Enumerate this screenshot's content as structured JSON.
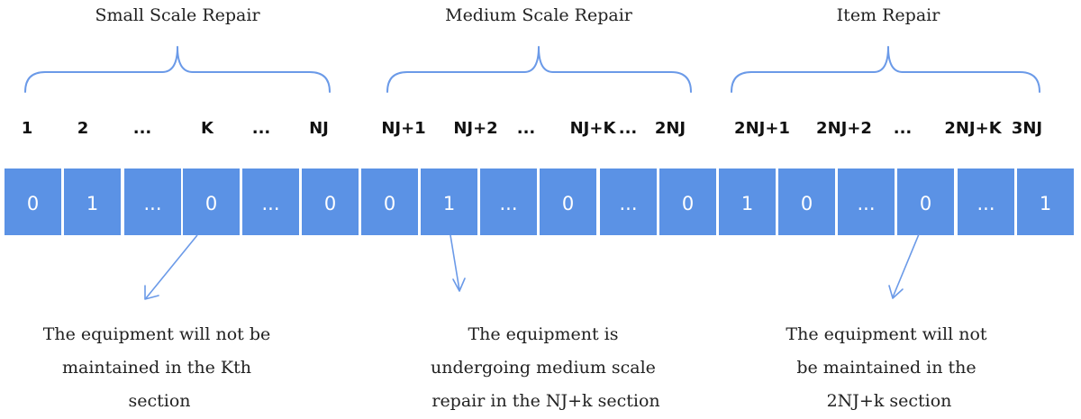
{
  "groups": [
    {
      "title": "Small Scale Repair",
      "indices": [
        "1",
        "2",
        "...",
        "K",
        "...",
        "NJ"
      ],
      "cells": [
        "0",
        "1",
        "...",
        "0",
        "...",
        "0"
      ],
      "annotation": [
        "The equipment will not be",
        "maintained in the Kth",
        "section"
      ]
    },
    {
      "title": "Medium Scale Repair",
      "indices": [
        "NJ+1",
        "NJ+2",
        "...",
        "NJ+K",
        "...",
        "2NJ"
      ],
      "cells": [
        "0",
        "1",
        "...",
        "0",
        "...",
        "0"
      ],
      "annotation": [
        "The equipment is",
        "undergoing medium scale",
        "repair in the NJ+k section"
      ]
    },
    {
      "title": "Item Repair",
      "indices": [
        "2NJ+1",
        "2NJ+2",
        "...",
        "2NJ+K",
        "3NJ"
      ],
      "cells": [
        "1",
        "0",
        "...",
        "0",
        "...",
        "1"
      ],
      "annotation": [
        "The equipment will not",
        "be maintained in the",
        "2NJ+k section"
      ]
    }
  ],
  "colors": {
    "cell_fill": "#5b92e5",
    "brace_and_arrow": "#6b9ae8",
    "cell_text": "#ffffff"
  }
}
